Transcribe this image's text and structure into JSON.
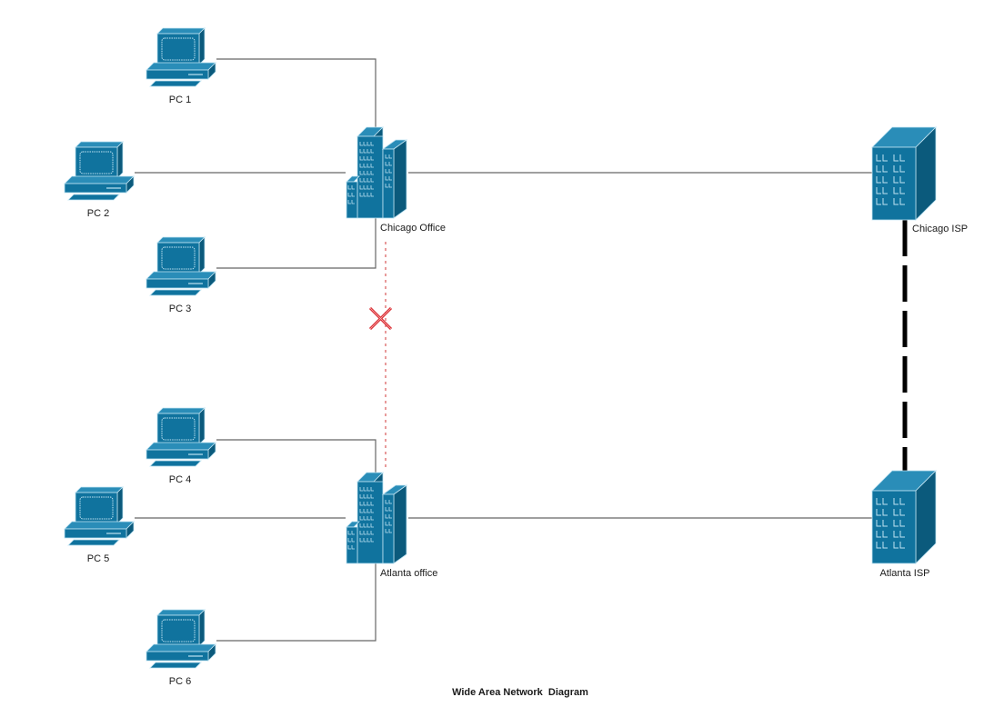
{
  "title": "Wide Area Network  Diagram",
  "colors": {
    "device": "#10739E",
    "device_light": "#2A8DB8",
    "device_dark": "#0B5A7C",
    "window": "#BFE3F2",
    "link": "#666666",
    "wan_link": "#000000",
    "broken_link": "#E07A7A",
    "broken_mark": "#D9262C"
  },
  "nodes": {
    "pc1": {
      "label": "PC 1",
      "type": "pc"
    },
    "pc2": {
      "label": "PC 2",
      "type": "pc"
    },
    "pc3": {
      "label": "PC 3",
      "type": "pc"
    },
    "pc4": {
      "label": "PC 4",
      "type": "pc"
    },
    "pc5": {
      "label": "PC 5",
      "type": "pc"
    },
    "pc6": {
      "label": "PC 6",
      "type": "pc"
    },
    "chicago_office": {
      "label": "Chicago Office",
      "type": "office"
    },
    "atlanta_office": {
      "label": "Atlanta office",
      "type": "office"
    },
    "chicago_isp": {
      "label": "Chicago ISP",
      "type": "isp"
    },
    "atlanta_isp": {
      "label": "Atlanta ISP",
      "type": "isp"
    }
  },
  "links": [
    {
      "from": "pc1",
      "to": "chicago_office",
      "style": "solid"
    },
    {
      "from": "pc2",
      "to": "chicago_office",
      "style": "solid"
    },
    {
      "from": "pc3",
      "to": "chicago_office",
      "style": "solid"
    },
    {
      "from": "pc4",
      "to": "atlanta_office",
      "style": "solid"
    },
    {
      "from": "pc5",
      "to": "atlanta_office",
      "style": "solid"
    },
    {
      "from": "pc6",
      "to": "atlanta_office",
      "style": "solid"
    },
    {
      "from": "chicago_office",
      "to": "chicago_isp",
      "style": "solid"
    },
    {
      "from": "atlanta_office",
      "to": "atlanta_isp",
      "style": "solid"
    },
    {
      "from": "chicago_isp",
      "to": "atlanta_isp",
      "style": "thick-dashed"
    },
    {
      "from": "chicago_office",
      "to": "atlanta_office",
      "style": "dotted-broken"
    }
  ]
}
